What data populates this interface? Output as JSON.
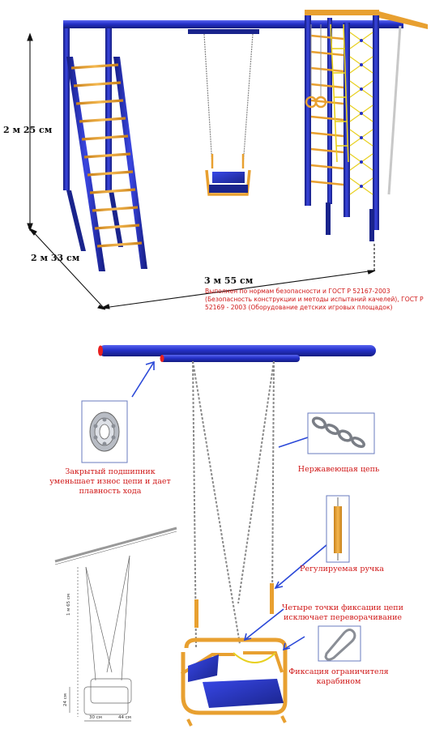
{
  "dimensions": {
    "height": "2 м 25 см",
    "depth": "2 м 33 см",
    "width": "3 м 55 см"
  },
  "gost_note": {
    "line1": "Выполнен по нормам безопасности и ГОСТ Р 52167-2003",
    "line2": "(Безопасность конструкции и методы испытаний качелей), ГОСТ Р",
    "line3": "52169 - 2003 (Оборудование детских игровых площадок)"
  },
  "callouts": {
    "bearing": "Закрытый подшипник уменьшает износ цепи и дает плавность хода",
    "chain": "Нержавеющая цепь",
    "handle": "Регулируемая ручка",
    "fixation": "Четыре точки фиксации цепи исключает переворачивание",
    "carabiner": "Фиксация ограничителя карабином"
  },
  "small_dims": {
    "height": "1 м 65 см",
    "seat_height": "24 см",
    "seat_depth": "30 см",
    "seat_width": "44 см"
  },
  "colors": {
    "frame_blue": "#2430c8",
    "rung_orange": "#e8a030",
    "net_yellow": "#e8d020",
    "callout_red": "#d01818",
    "pointer_blue": "#2a48d8"
  }
}
